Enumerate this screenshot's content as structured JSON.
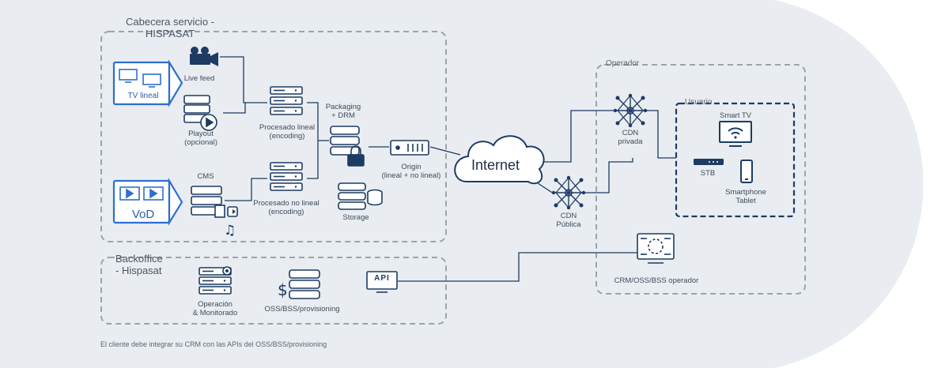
{
  "groups": {
    "cabecera_line1": "Cabecera servicio -",
    "cabecera_line2": "HISPASAT",
    "backoffice_line1": "Backoffice",
    "backoffice_line2": "- Hispasat",
    "operador": "Operador",
    "usuario": "Usuario"
  },
  "inputs": {
    "tv_lineal": "TV lineal",
    "vod": "VoD"
  },
  "nodes": {
    "live_feed": "Live feed",
    "playout_1": "Playout",
    "playout_2": "(opcional)",
    "cms": "CMS",
    "proc_lineal_1": "Procesado lineal",
    "proc_lineal_2": "(encoding)",
    "proc_nolineal_1": "Procesado no lineal",
    "proc_nolineal_2": "(encoding)",
    "packaging_1": "Packaging",
    "packaging_2": "+ DRM",
    "storage": "Storage",
    "origin_1": "Origin",
    "origin_2": "(lineal + no lineal)",
    "internet": "Internet",
    "cdn_privada_1": "CDN",
    "cdn_privada_2": "privada",
    "cdn_publica_1": "CDN",
    "cdn_publica_2": "Pública",
    "smart_tv": "Smart TV",
    "stb": "STB",
    "smartphone_1": "Smartphone",
    "smartphone_2": "Tablet",
    "crm_operador": "CRM/OSS/BSS operador",
    "operacion_1": "Operación",
    "operacion_2": "& Monitorado",
    "oss_bss": "OSS/BSS/provisioning",
    "api": "API"
  },
  "footnote": "El cliente debe integrar su CRM con las APIs del OSS/BSS/provisioning",
  "colors": {
    "icon": "#1d3b63",
    "accent": "#2d6fd0",
    "dashed": "#9aa3ad",
    "arc_bg": "#e9edf1"
  }
}
